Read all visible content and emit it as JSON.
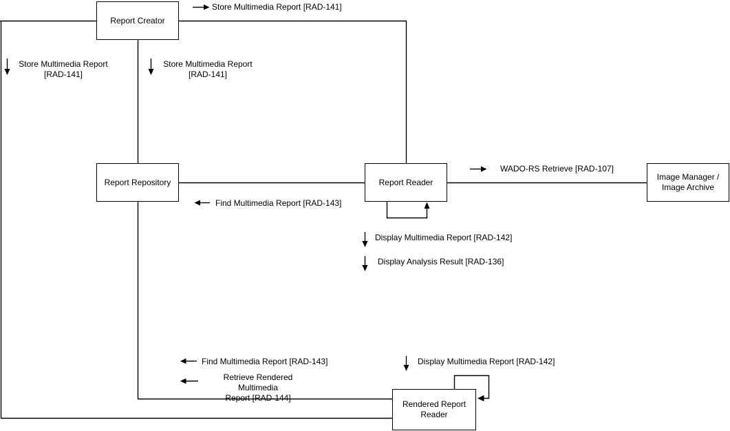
{
  "colors": {
    "background": "#ffffff",
    "stroke": "#000000",
    "text": "#000000"
  },
  "actors": {
    "report_creator": {
      "label": "Report Creator"
    },
    "report_repository": {
      "label": "Report Repository"
    },
    "report_reader": {
      "label": "Report Reader"
    },
    "image_manager": {
      "line1": "Image Manager /",
      "line2": "Image Archive"
    },
    "rendered_report_reader": {
      "line1": "Rendered Report",
      "line2": "Reader"
    }
  },
  "transactions": {
    "store_multimedia_top": {
      "label": "Store Multimedia Report [RAD-141]",
      "direction": "right"
    },
    "store_multimedia_left": {
      "line1": "Store Multimedia Report",
      "line2": "[RAD-141]",
      "direction": "down"
    },
    "store_multimedia_mid": {
      "line1": "Store Multimedia Report",
      "line2": "[RAD-141]",
      "direction": "down"
    },
    "find_multimedia_mid": {
      "label": "Find Multimedia Report [RAD-143]",
      "direction": "left"
    },
    "wado_rs_retrieve": {
      "label": "WADO-RS Retrieve [RAD-107]",
      "direction": "right"
    },
    "display_multimedia_reader": {
      "label": "Display Multimedia Report [RAD-142]",
      "direction": "down"
    },
    "display_analysis_result": {
      "label": "Display Analysis Result [RAD-136]",
      "direction": "down"
    },
    "find_multimedia_bottom": {
      "label": "Find Multimedia Report [RAD-143]",
      "direction": "left"
    },
    "retrieve_rendered": {
      "line1": "Retrieve Rendered Multimedia",
      "line2": "Report [RAD-144]",
      "direction": "left"
    },
    "display_multimedia_rendered": {
      "label": "Display Multimedia Report [RAD-142]",
      "direction": "down"
    }
  }
}
